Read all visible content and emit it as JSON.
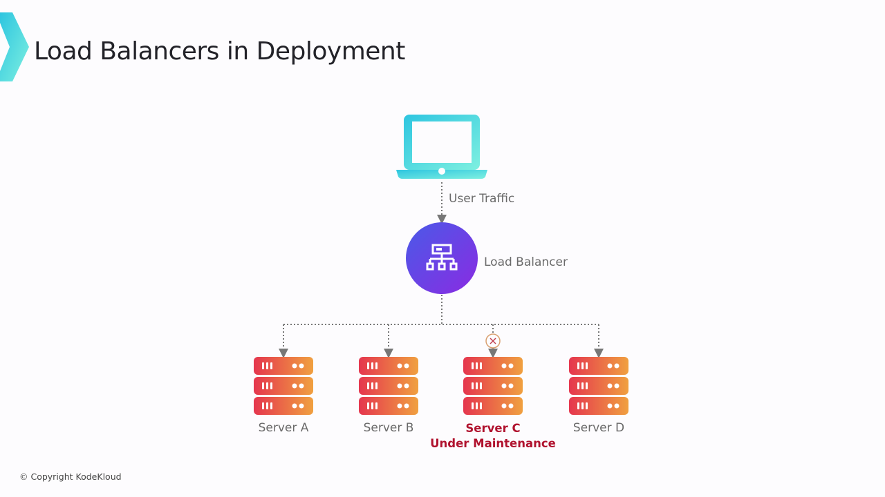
{
  "slide": {
    "title": "Load Balancers in Deployment",
    "copyright": "© Copyright KodeKloud"
  },
  "diagram": {
    "client": {
      "icon": "laptop-icon",
      "edge_label": "User Traffic"
    },
    "load_balancer": {
      "icon": "network-hierarchy-icon",
      "label": "Load Balancer"
    },
    "servers": [
      {
        "name": "Server A",
        "status": "active",
        "status_label": ""
      },
      {
        "name": "Server B",
        "status": "active",
        "status_label": ""
      },
      {
        "name": "Server C",
        "status": "maintenance",
        "status_label": "Under Maintenance"
      },
      {
        "name": "Server D",
        "status": "active",
        "status_label": ""
      }
    ],
    "colors": {
      "laptop_start": "#2ec5e0",
      "laptop_end": "#7ef0e0",
      "lb_start": "#4a5ae8",
      "lb_end": "#8a2be2",
      "server_start": "#e5364e",
      "server_end": "#f0a040",
      "maintenance_text": "#b0122e",
      "connector": "#777777"
    }
  }
}
